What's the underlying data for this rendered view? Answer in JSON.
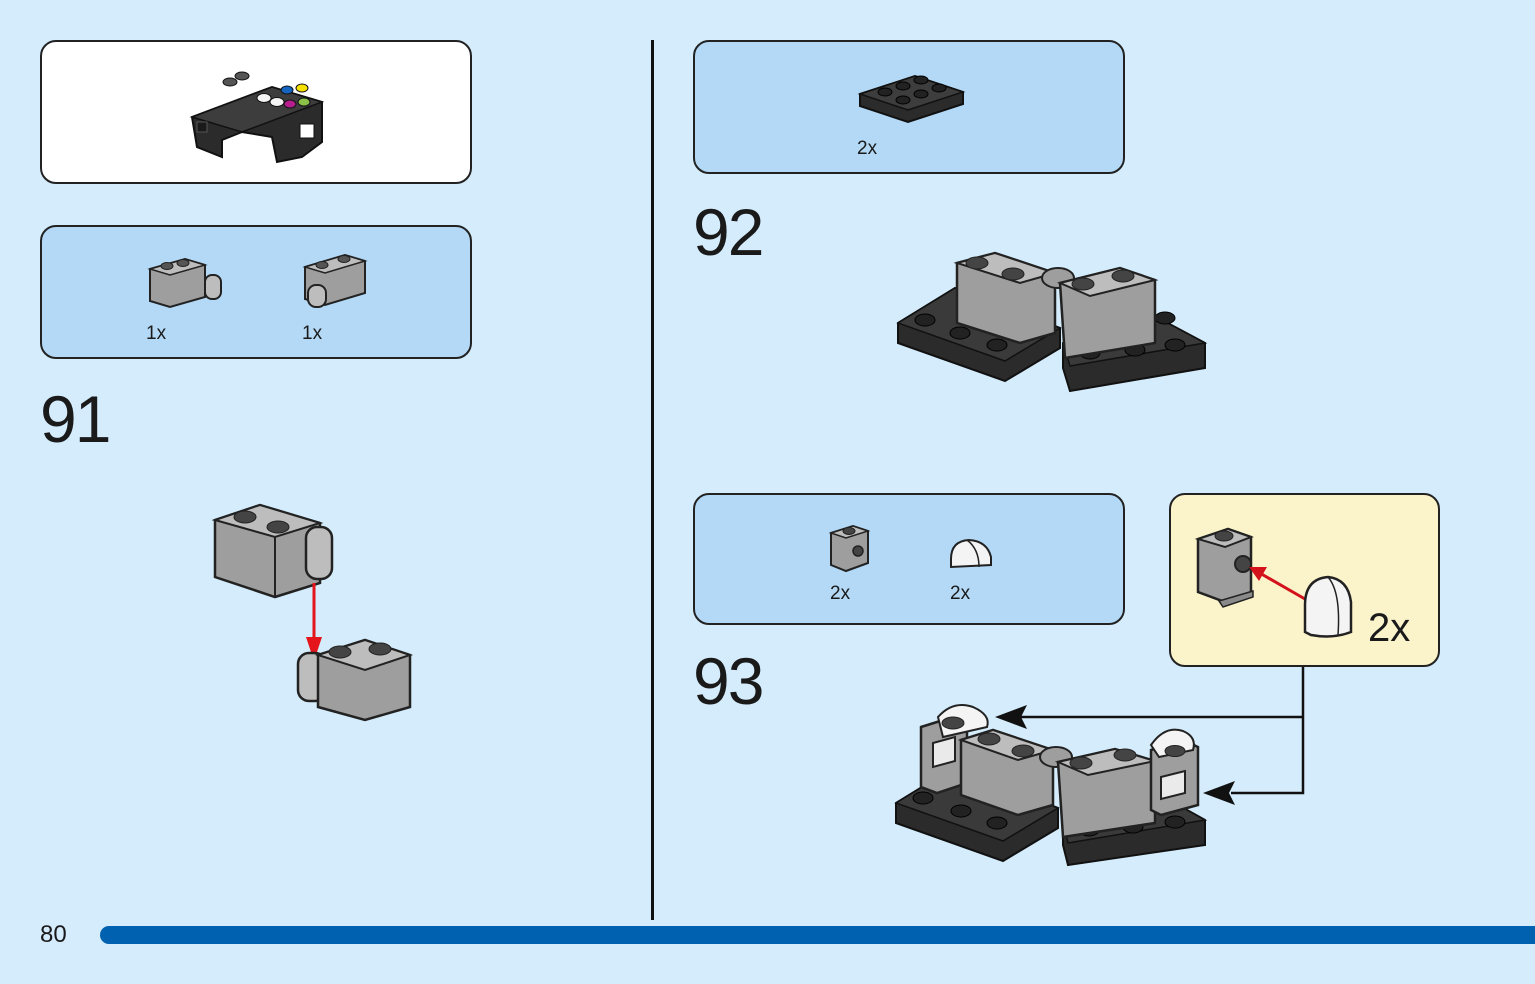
{
  "page": {
    "number": "80",
    "accent_color": "#0061b0",
    "background_color": "#d4ecfb"
  },
  "panels": {
    "step91_parts": {
      "items": [
        {
          "qty": "1x"
        },
        {
          "qty": "1x"
        }
      ]
    },
    "step92_parts": {
      "items": [
        {
          "qty": "2x"
        }
      ]
    },
    "step93_parts": {
      "items": [
        {
          "qty": "2x"
        },
        {
          "qty": "2x"
        }
      ]
    },
    "step93_subassembly": {
      "qty": "2x"
    }
  },
  "steps": {
    "s91": "91",
    "s92": "92",
    "s93": "93"
  },
  "icons": {
    "previous_model": "black-brick-assembly-icon",
    "hinge_brick": "gray-hinge-brick-icon",
    "arrow": "red-arrow-icon"
  }
}
